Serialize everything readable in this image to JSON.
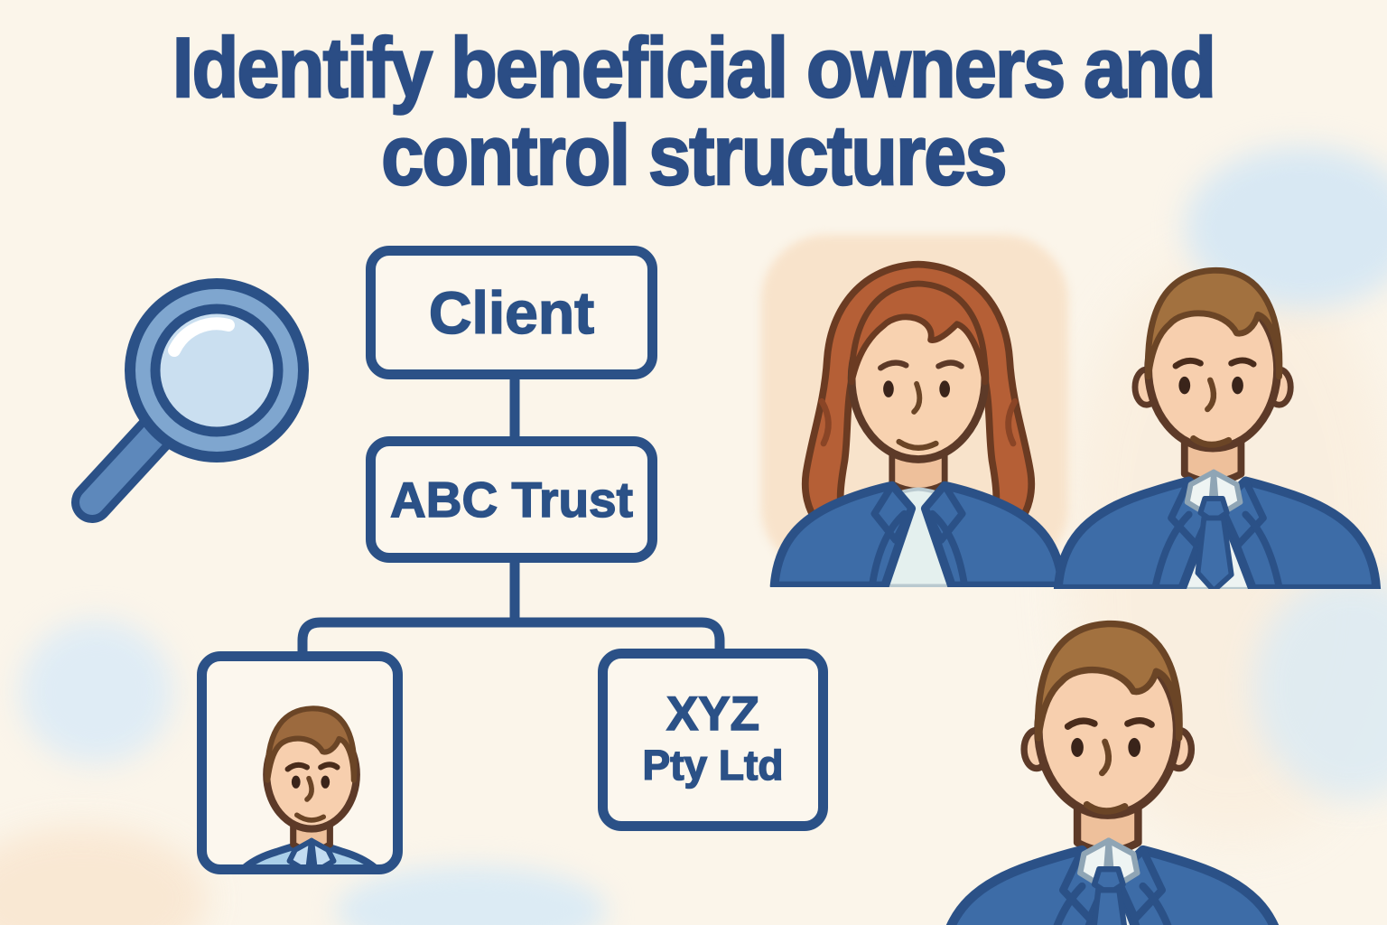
{
  "title": {
    "line1": "Identify beneficial owners and",
    "line2": "control structures"
  },
  "flowchart": {
    "client_label": "Client",
    "trust_label": "ABC Trust",
    "company_line1": "XYZ",
    "company_line2": "Pty Ltd",
    "structure": "Client -> ABC Trust -> [individual portrait, XYZ Pty Ltd]"
  },
  "icons": {
    "magnifier": "magnifying-glass-icon"
  },
  "illustration": {
    "people": [
      {
        "name": "woman-with-auburn-hair-in-blue-blazer"
      },
      {
        "name": "man-in-blue-suit-and-tie-top-right"
      },
      {
        "name": "man-in-blue-suit-and-tie-bottom-right"
      },
      {
        "name": "man-in-light-blue-shirt-inside-org-chart-portrait"
      }
    ]
  },
  "colors": {
    "ink_blue": "#2b5187",
    "title_blue": "#2b4d85",
    "background_cream": "#fbf5ea",
    "wash_blue": "#d8e8f3",
    "wash_peach": "#f8e3cb",
    "suit_blue": "#3d6ca7",
    "portrait_shirt_blue": "#a9cfe9",
    "magnifier_rim_blue": "#7fa6cf",
    "magnifier_lens_blue": "#cadff0",
    "skin": "#f7cfae",
    "hair_auburn": "#b55f36",
    "hair_brown": "#a2713f",
    "outline_brown": "#5d3a28"
  }
}
